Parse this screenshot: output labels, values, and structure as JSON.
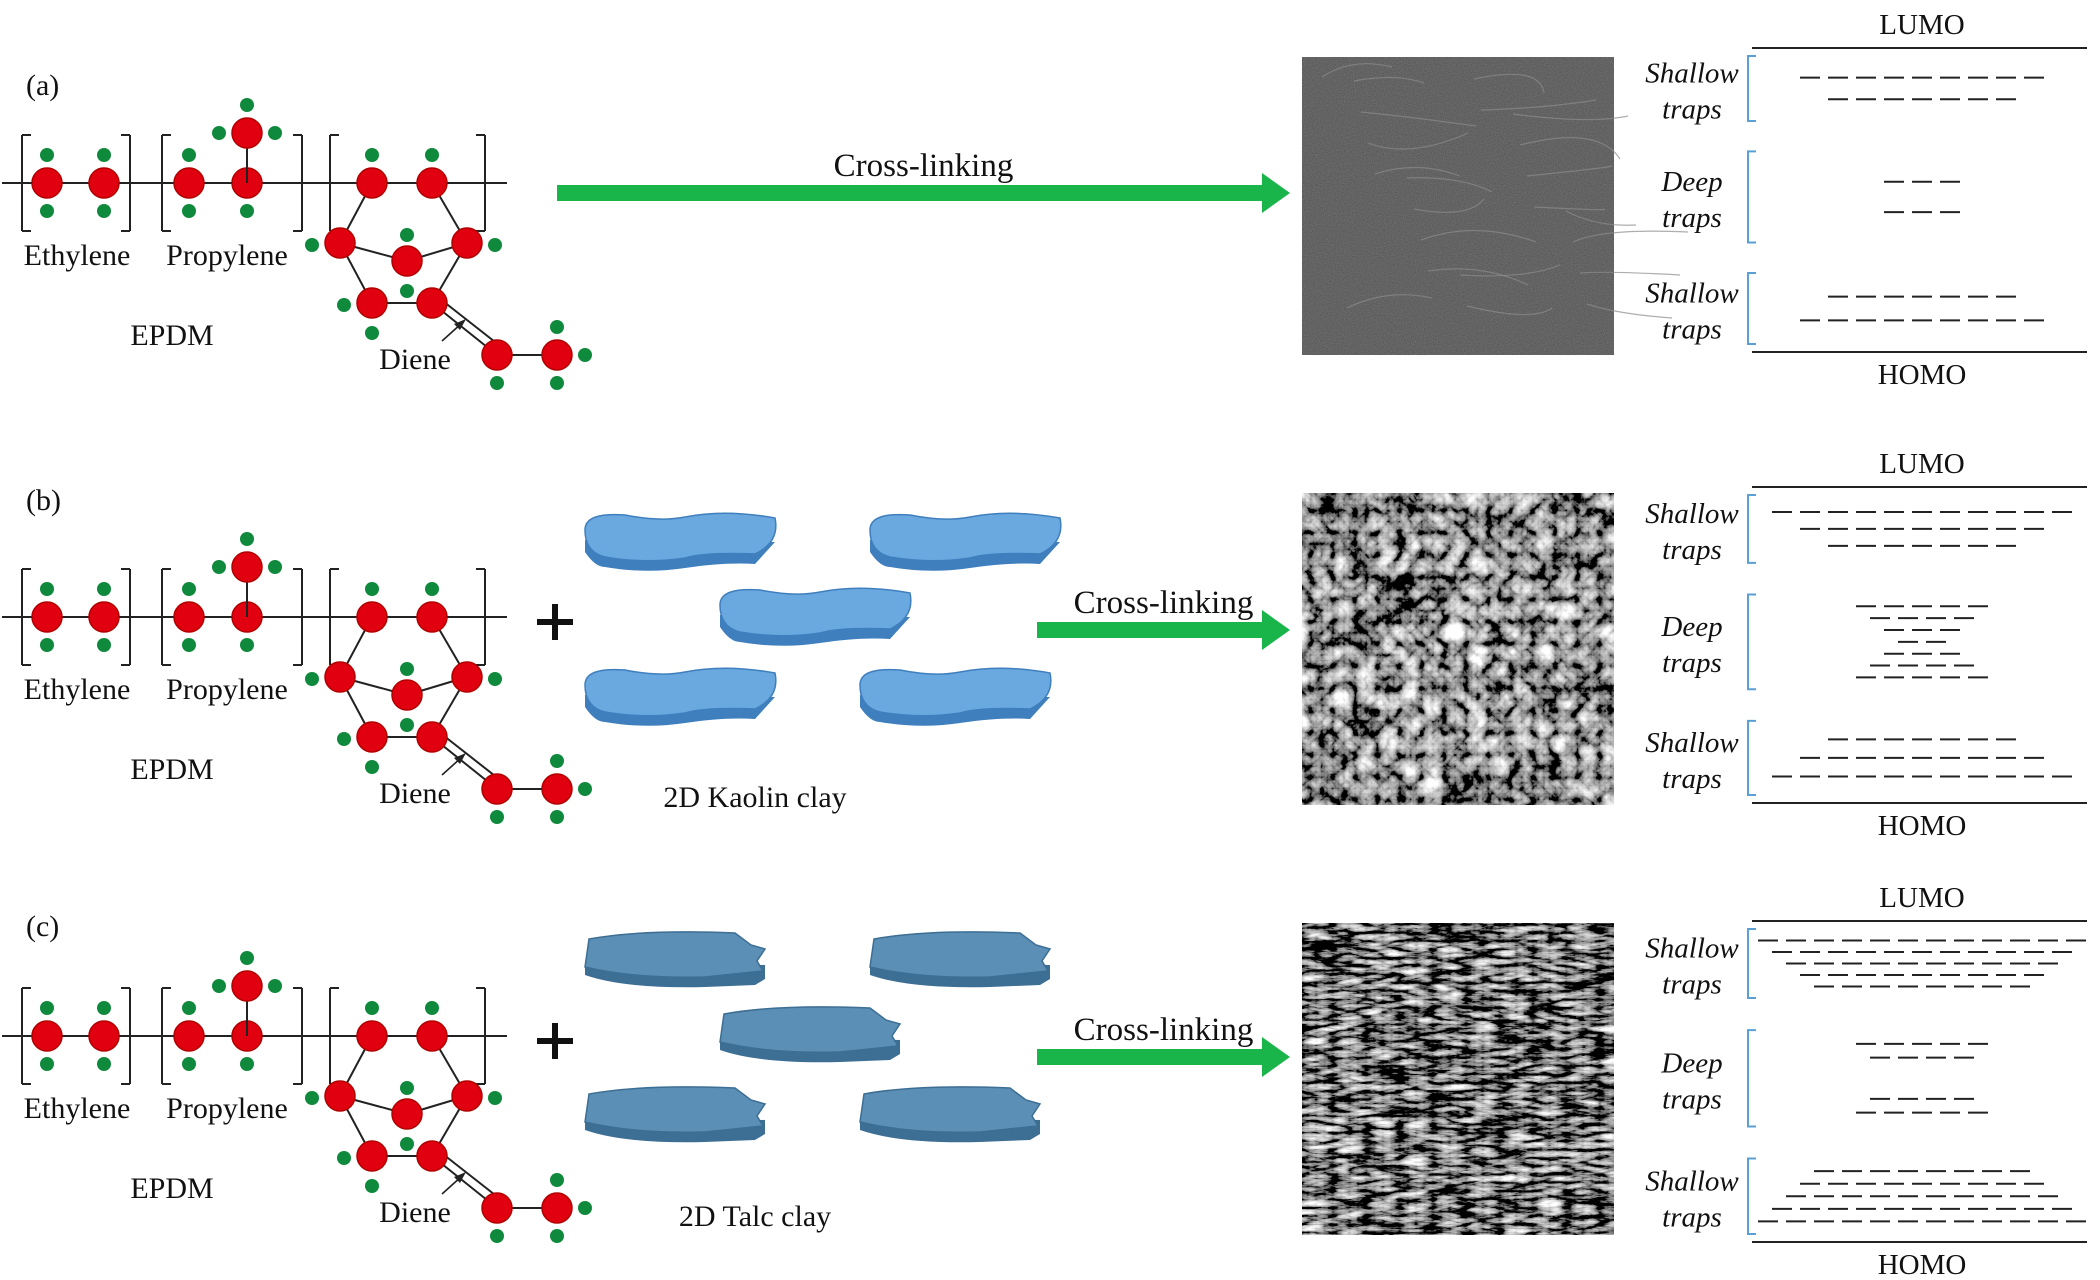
{
  "colors": {
    "atom": "#e0000f",
    "atom_stroke": "#b10000",
    "hydrogen": "#0f8a3c",
    "arrow": "#19b54a",
    "kaolin": "#6aa8e0",
    "kaolin_edge": "#3f7fbd",
    "talc": "#5b8fb5",
    "talc_edge": "#3d6e94",
    "bracket": "#5aa0d6"
  },
  "panels": [
    {
      "tag": "(a)",
      "ethylene": "Ethylene",
      "propylene": "Propylene",
      "epdm": "EPDM",
      "diene": "Diene",
      "arrow_label": "Cross-linking",
      "filler": "",
      "micrograph": "smooth",
      "lumo": "LUMO",
      "homo": "HOMO",
      "traps": [
        {
          "line1": "Shallow",
          "line2": "traps",
          "dashes": [
            9,
            7
          ]
        },
        {
          "line1": "Deep",
          "line2": "traps",
          "dashes": [
            3,
            3
          ]
        },
        {
          "line1": "Shallow",
          "line2": "traps",
          "dashes": [
            7,
            9
          ]
        }
      ]
    },
    {
      "tag": "(b)",
      "ethylene": "Ethylene",
      "propylene": "Propylene",
      "epdm": "EPDM",
      "diene": "Diene",
      "arrow_label": "Cross-linking",
      "filler": "2D Kaolin clay",
      "micrograph": "rough",
      "lumo": "LUMO",
      "homo": "HOMO",
      "traps": [
        {
          "line1": "Shallow",
          "line2": "traps",
          "dashes": [
            11,
            9,
            7
          ]
        },
        {
          "line1": "Deep",
          "line2": "traps",
          "dashes": [
            5,
            4,
            3,
            2,
            3,
            4,
            5
          ]
        },
        {
          "line1": "Shallow",
          "line2": "traps",
          "dashes": [
            7,
            9,
            11
          ]
        }
      ]
    },
    {
      "tag": "(c)",
      "ethylene": "Ethylene",
      "propylene": "Propylene",
      "epdm": "EPDM",
      "diene": "Diene",
      "arrow_label": "Cross-linking",
      "filler": "2D Talc clay",
      "micrograph": "flaky",
      "lumo": "LUMO",
      "homo": "HOMO",
      "traps": [
        {
          "line1": "Shallow",
          "line2": "traps",
          "dashes": [
            12,
            11,
            10,
            9,
            8
          ]
        },
        {
          "line1": "Deep",
          "line2": "traps",
          "dashes": [
            5,
            4,
            0,
            0,
            4,
            5
          ]
        },
        {
          "line1": "Shallow",
          "line2": "traps",
          "dashes": [
            8,
            9,
            10,
            11,
            12
          ]
        }
      ]
    }
  ]
}
